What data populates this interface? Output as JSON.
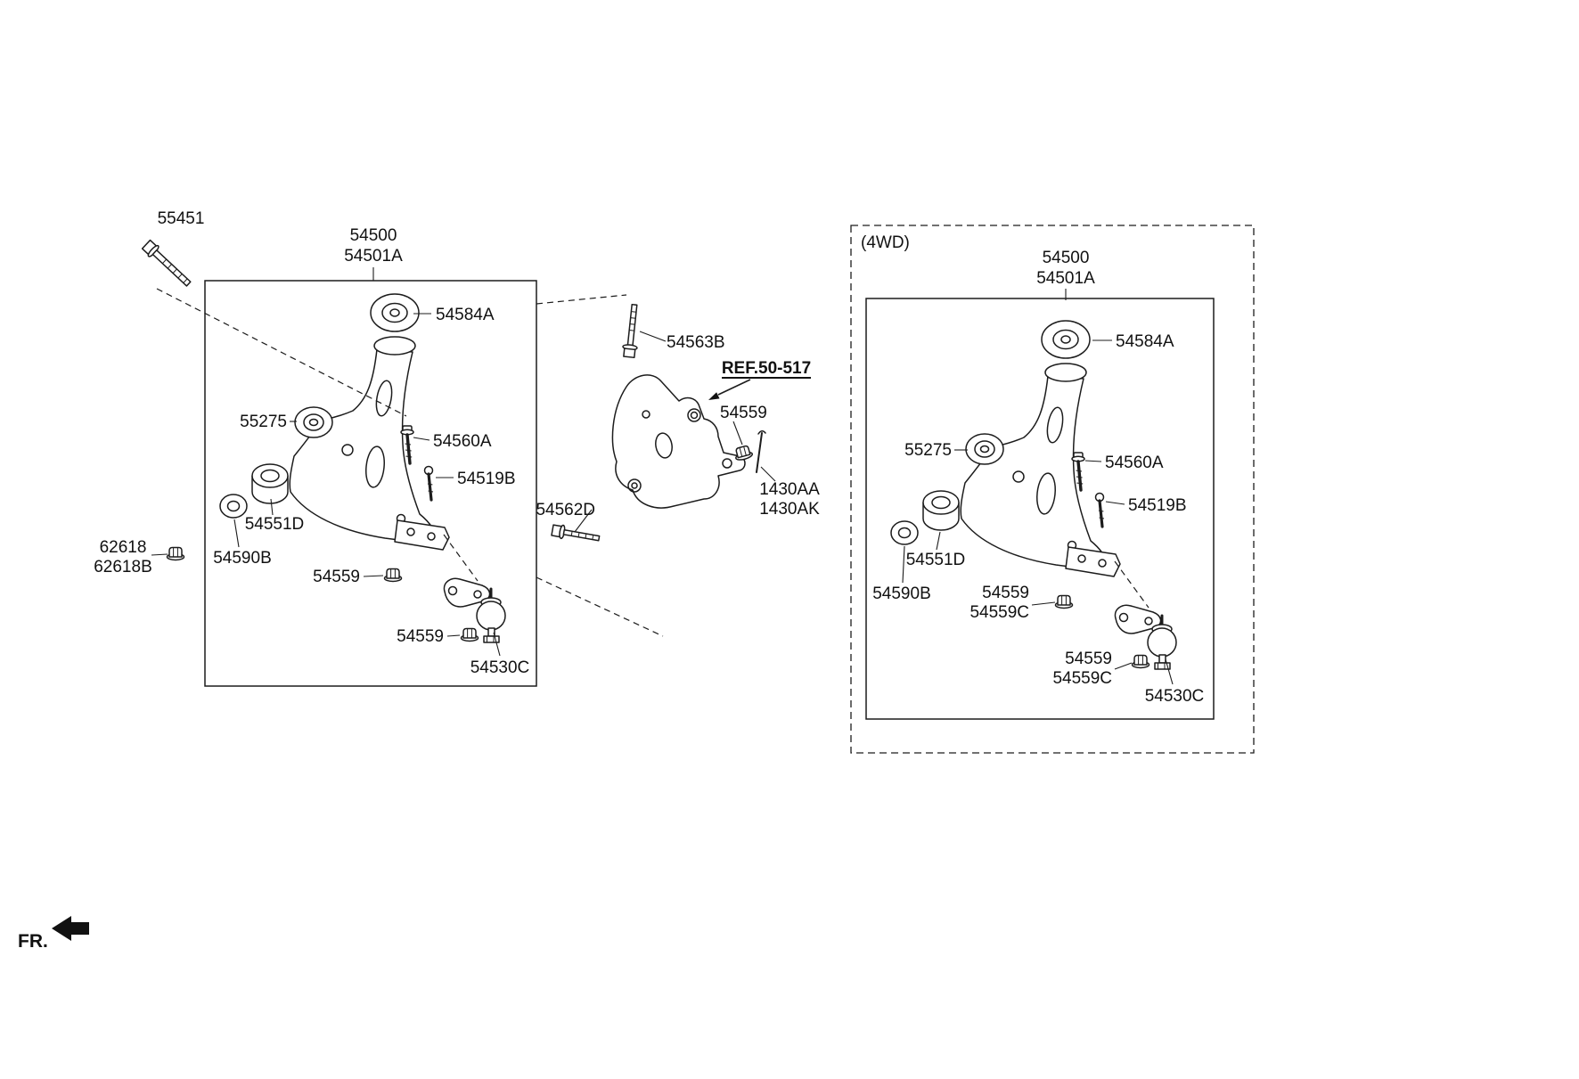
{
  "page": {
    "fr_label": "FR."
  },
  "left": {
    "pivot_bolt": "55451",
    "arm_a": "54500",
    "arm_b": "54501A",
    "upper_bushing": "54584A",
    "front_bushing": "55275",
    "mount_bolt": "54560A",
    "mount_bolt_b": "54519B",
    "inner_bushing": "54551D",
    "pivot_nut_a": "62618",
    "pivot_nut_b": "62618B",
    "washer": "54590B",
    "arm_nut": "54559",
    "bj_nut": "54559",
    "ball_joint": "54530C"
  },
  "knuckle": {
    "ref": "REF.50-517",
    "bolt": "54563B",
    "nut": "54559",
    "pin_a": "1430AA",
    "pin_b": "1430AK",
    "lower_bolt": "54562D"
  },
  "right": {
    "variant": "(4WD)",
    "arm_a": "54500",
    "arm_b": "54501A",
    "upper_bushing": "54584A",
    "front_bushing": "55275",
    "mount_bolt": "54560A",
    "mount_bolt_b": "54519B",
    "inner_bushing": "54551D",
    "washer": "54590B",
    "arm_nut": "54559",
    "arm_nut_c": "54559C",
    "bj_nut": "54559",
    "bj_nut_c": "54559C",
    "ball_joint": "54530C"
  }
}
